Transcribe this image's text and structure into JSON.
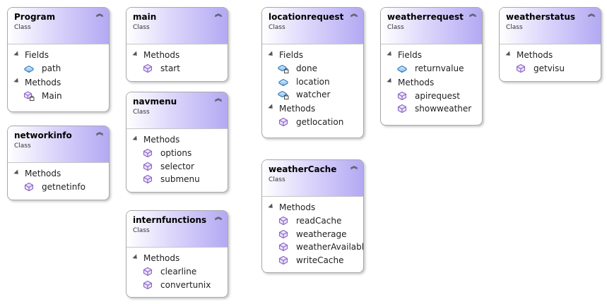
{
  "classes": [
    {
      "id": "program",
      "name": "Program",
      "kind": "Class",
      "sections": [
        {
          "label": "Fields",
          "members": [
            {
              "label": "path",
              "icon": "field-icon"
            }
          ]
        },
        {
          "label": "Methods",
          "members": [
            {
              "label": "Main",
              "icon": "private-method-icon"
            }
          ]
        }
      ]
    },
    {
      "id": "networkinfo",
      "name": "networkinfo",
      "kind": "Class",
      "sections": [
        {
          "label": "Methods",
          "members": [
            {
              "label": "getnetinfo",
              "icon": "method-icon"
            }
          ]
        }
      ]
    },
    {
      "id": "main",
      "name": "main",
      "kind": "Class",
      "sections": [
        {
          "label": "Methods",
          "members": [
            {
              "label": "start",
              "icon": "method-icon"
            }
          ]
        }
      ]
    },
    {
      "id": "navmenu",
      "name": "navmenu",
      "kind": "Class",
      "sections": [
        {
          "label": "Methods",
          "members": [
            {
              "label": "options",
              "icon": "method-icon"
            },
            {
              "label": "selector",
              "icon": "method-icon"
            },
            {
              "label": "submenu",
              "icon": "method-icon"
            }
          ]
        }
      ]
    },
    {
      "id": "internfunctions",
      "name": "internfunctions",
      "kind": "Class",
      "sections": [
        {
          "label": "Methods",
          "members": [
            {
              "label": "clearline",
              "icon": "method-icon"
            },
            {
              "label": "convertunix",
              "icon": "method-icon"
            }
          ]
        }
      ]
    },
    {
      "id": "locationrequest",
      "name": "locationrequest",
      "kind": "Class",
      "sections": [
        {
          "label": "Fields",
          "members": [
            {
              "label": "done",
              "icon": "private-field-icon"
            },
            {
              "label": "location",
              "icon": "field-icon"
            },
            {
              "label": "watcher",
              "icon": "private-field-icon"
            }
          ]
        },
        {
          "label": "Methods",
          "members": [
            {
              "label": "getlocation",
              "icon": "method-icon"
            }
          ]
        }
      ]
    },
    {
      "id": "weatherCache",
      "name": "weatherCache",
      "kind": "Class",
      "sections": [
        {
          "label": "Methods",
          "members": [
            {
              "label": "readCache",
              "icon": "method-icon"
            },
            {
              "label": "weatherage",
              "icon": "method-icon"
            },
            {
              "label": "weatherAvailable",
              "icon": "method-icon"
            },
            {
              "label": "writeCache",
              "icon": "method-icon"
            }
          ]
        }
      ]
    },
    {
      "id": "weatherrequest",
      "name": "weatherrequest",
      "kind": "Class",
      "sections": [
        {
          "label": "Fields",
          "members": [
            {
              "label": "returnvalue",
              "icon": "field-icon"
            }
          ]
        },
        {
          "label": "Methods",
          "members": [
            {
              "label": "apirequest",
              "icon": "method-icon"
            },
            {
              "label": "showweather",
              "icon": "method-icon"
            }
          ]
        }
      ]
    },
    {
      "id": "weatherstatus",
      "name": "weatherstatus",
      "kind": "Class",
      "sections": [
        {
          "label": "Methods",
          "members": [
            {
              "label": "getvisu",
              "icon": "method-icon"
            }
          ]
        }
      ]
    }
  ],
  "colors": {
    "header_gradient_end": "#b3a9f3",
    "field_icon": "#2b79c2",
    "method_icon": "#8a63c4",
    "border": "#a9a9a9"
  }
}
